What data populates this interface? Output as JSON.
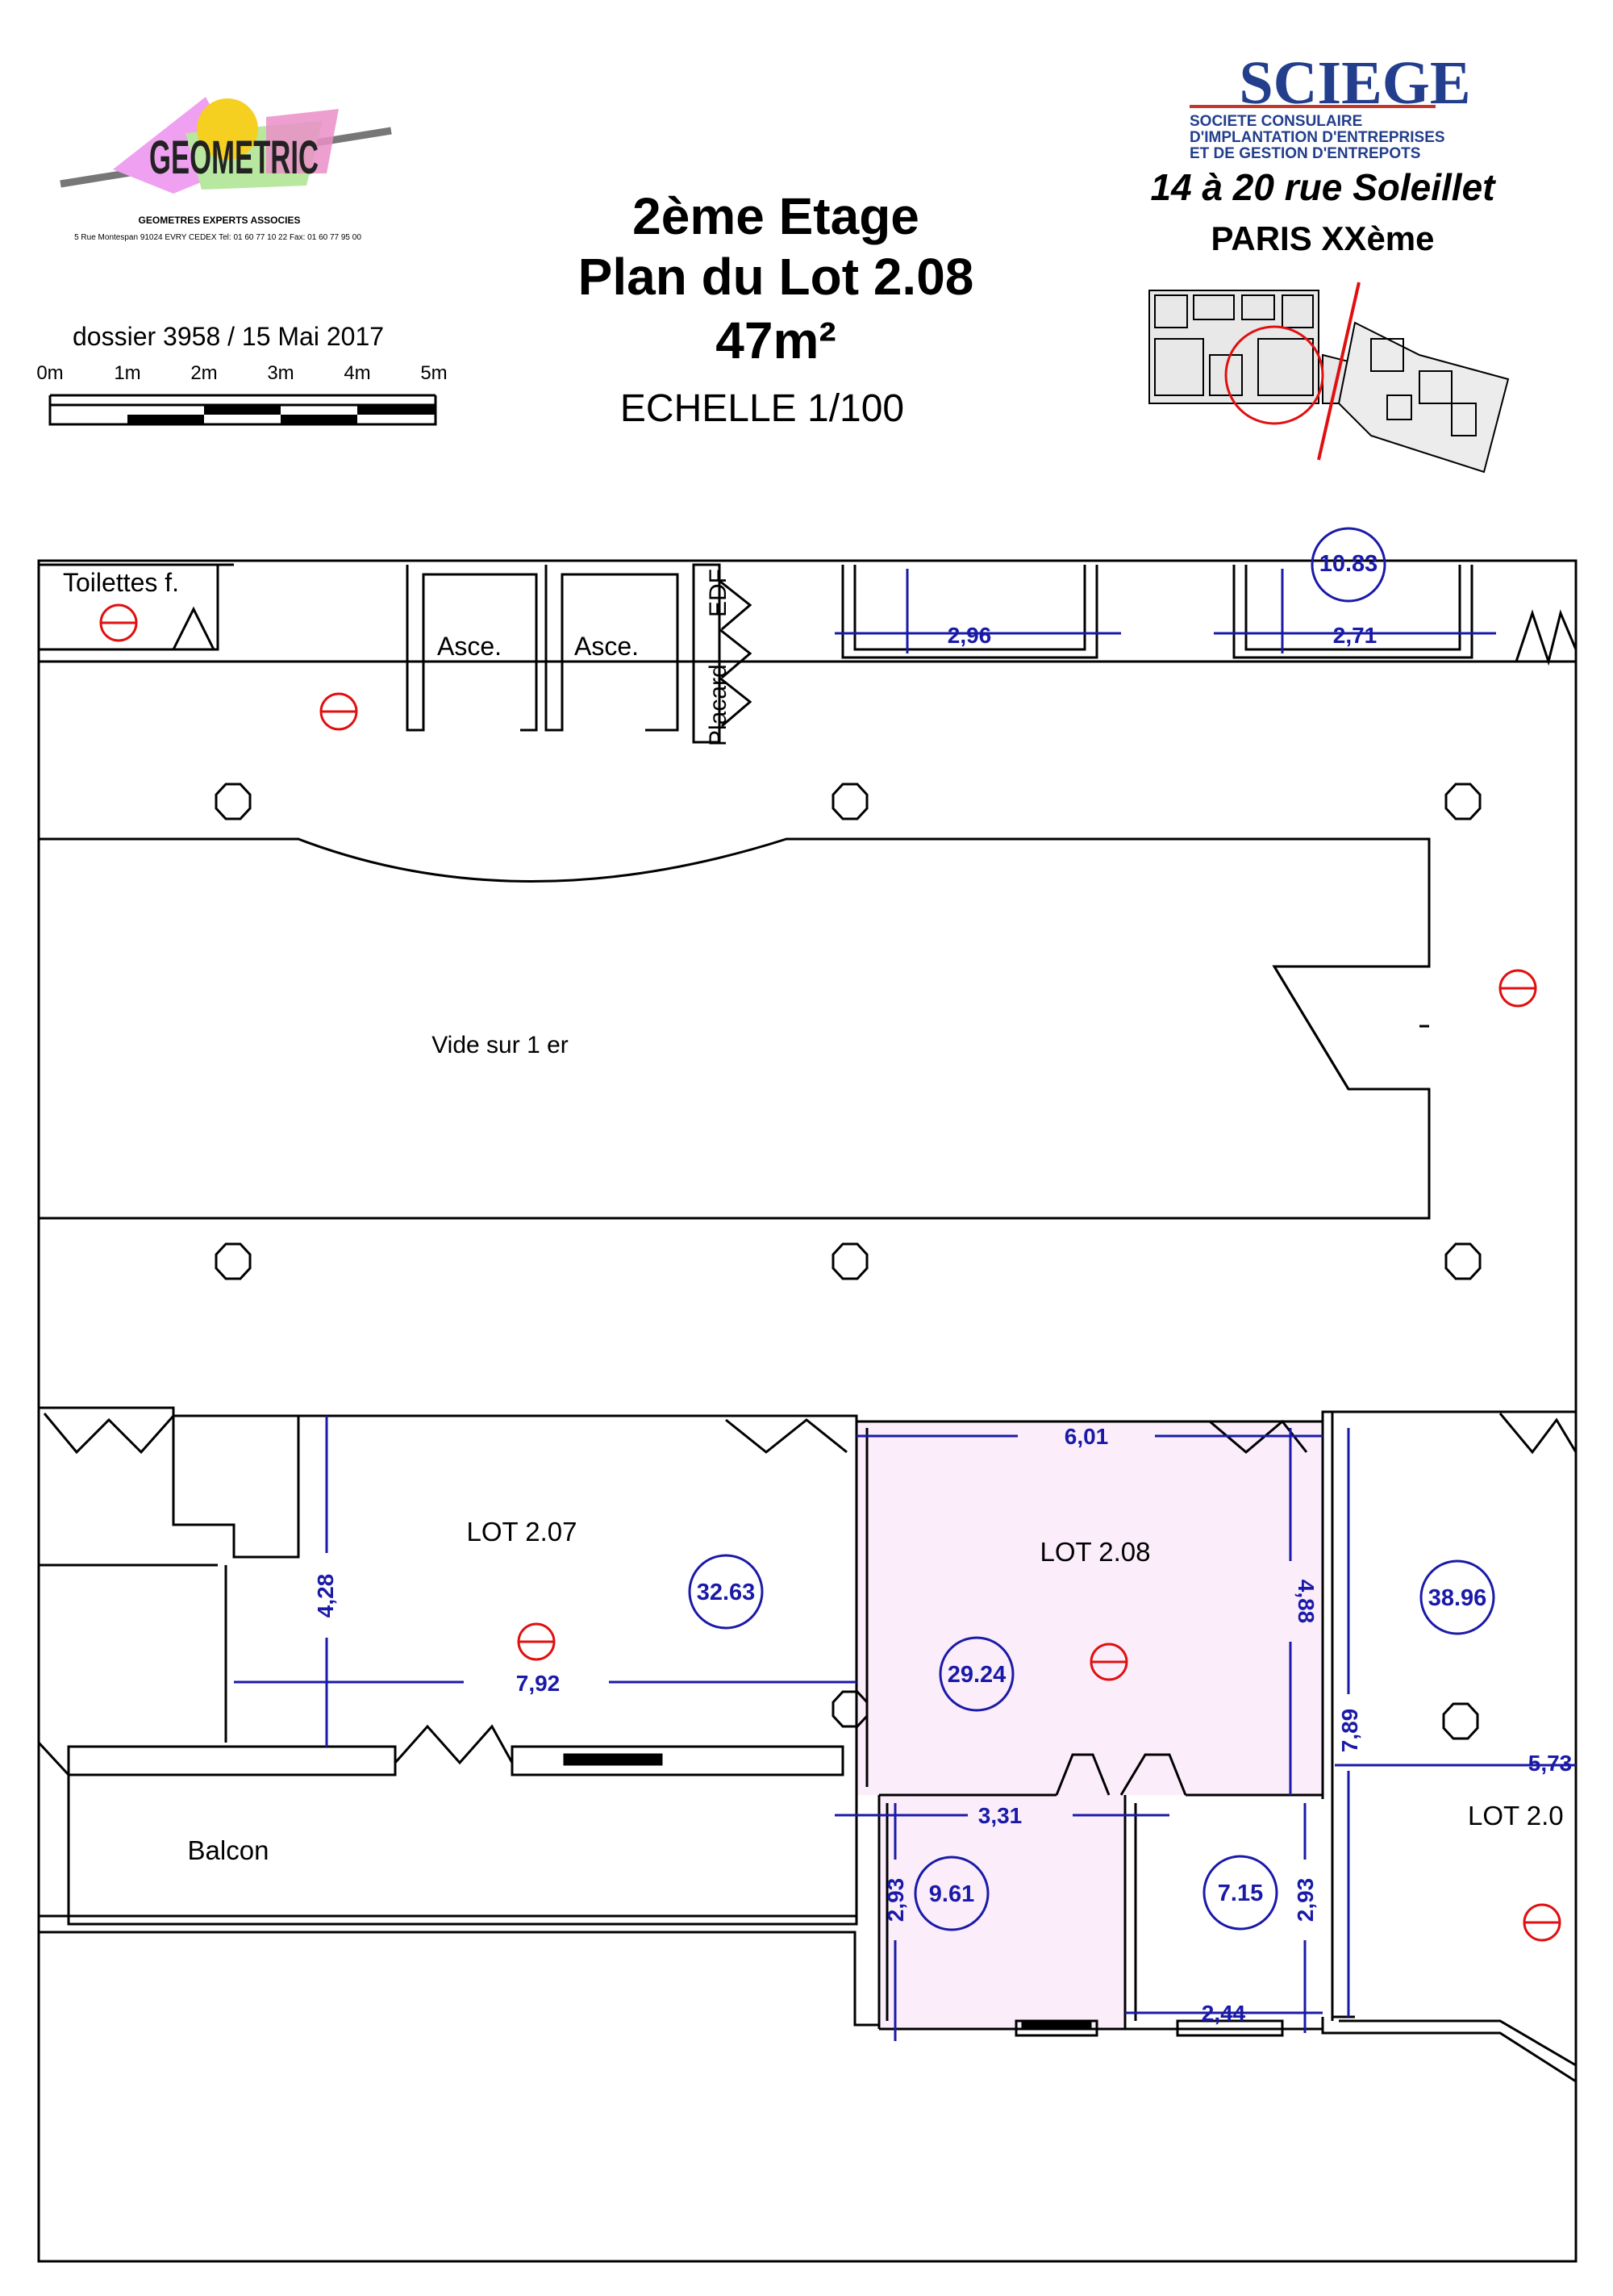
{
  "header": {
    "floor": "2ème Etage",
    "plan_title": "Plan du Lot 2.08",
    "area": "47m²",
    "scale_text": "ECHELLE 1/100",
    "dossier": "dossier 3958 / 15 Mai 2017"
  },
  "logo_left": {
    "name": "GEOMETRIC",
    "subtitle": "GEOMETRES EXPERTS ASSOCIES",
    "address": "5 Rue Montespan 91024 EVRY CEDEX  Tel: 01 60 77 10 22 Fax: 01 60 77 95 00"
  },
  "logo_right": {
    "name": "SCIEGE",
    "line1": "SOCIETE CONSULAIRE",
    "line2": "D'IMPLANTATION D'ENTREPRISES",
    "line3": "ET DE GESTION D'ENTREPOTS",
    "address": "14 à 20  rue Soleillet",
    "city": "PARIS XXème"
  },
  "scale_bar": {
    "ticks": [
      "0m",
      "1m",
      "2m",
      "3m",
      "4m",
      "5m"
    ]
  },
  "rooms": {
    "toilettes": "Toilettes f.",
    "asce1": "Asce.",
    "asce2": "Asce.",
    "edf": "EDF",
    "placard": "Placard",
    "vide": "Vide sur 1 er",
    "lot207": "LOT 2.07",
    "lot208": "LOT 2.08",
    "lot20x": "LOT 2.0",
    "balcon": "Balcon"
  },
  "dimensions": {
    "d296": "2,96",
    "d271": "2,71",
    "d601": "6,01",
    "d428": "4,28",
    "d792": "7,92",
    "d488": "4,88",
    "d789": "7,89",
    "d573": "5,73",
    "d331": "3,31",
    "d293a": "2,93",
    "d293b": "2,93",
    "d244": "2,44"
  },
  "areas": {
    "a1083": "10.83",
    "a3263": "32.63",
    "a2924": "29.24",
    "a3896": "38.96",
    "a961": "9.61",
    "a715": "7.15"
  },
  "colors": {
    "dimension": "#1a1aa8",
    "marker": "#e01010",
    "highlight": "#fbeefa",
    "wall": "#000000"
  }
}
